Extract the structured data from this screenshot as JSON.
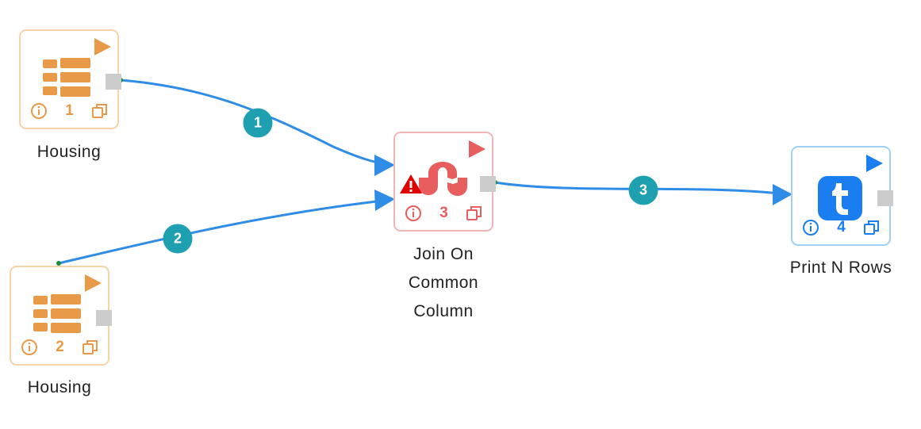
{
  "colors": {
    "source": "#e89a48",
    "join": "#e85d5d",
    "print": "#1a7ef0",
    "edge": "#2f8de8",
    "badge": "#1fa0b0",
    "port": "#cccccc",
    "warning": "#e00000"
  },
  "nodes": [
    {
      "id": "1",
      "label": "Housing",
      "icon": "table-icon",
      "theme": "source"
    },
    {
      "id": "2",
      "label": "Housing",
      "icon": "table-icon",
      "theme": "source"
    },
    {
      "id": "3",
      "label": "Join On Common Column",
      "icon": "stumbleupon-icon",
      "theme": "join",
      "warning": true
    },
    {
      "id": "4",
      "label": "Print N Rows",
      "icon": "tumblr-icon",
      "theme": "print"
    }
  ],
  "edges": [
    {
      "badge": "1",
      "from": "1",
      "to": "3"
    },
    {
      "badge": "2",
      "from": "2",
      "to": "3"
    },
    {
      "badge": "3",
      "from": "3",
      "to": "4"
    }
  ]
}
